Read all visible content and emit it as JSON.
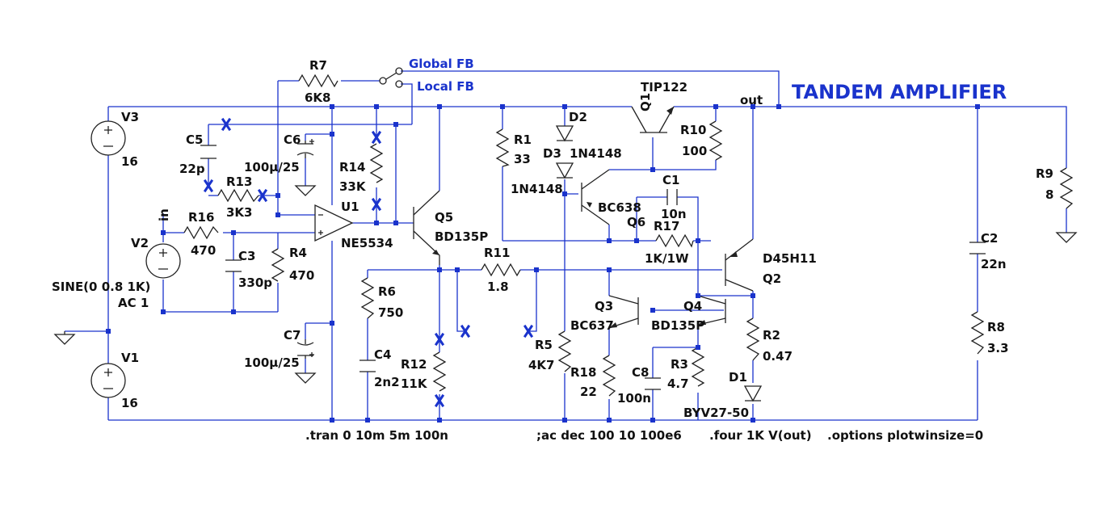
{
  "title": "TANDEM AMPLIFIER",
  "switch_labels": {
    "global": "Global FB",
    "local": "Local FB"
  },
  "net_labels": {
    "out": "out",
    "in": "in"
  },
  "sources": {
    "V3": {
      "name": "V3",
      "value": "16"
    },
    "V1": {
      "name": "V1",
      "value": "16"
    },
    "V2": {
      "name": "V2",
      "value": "SINE(0 0.8 1K)",
      "ac": "AC 1"
    }
  },
  "components": {
    "R7": {
      "name": "R7",
      "value": "6K8"
    },
    "C5": {
      "name": "C5",
      "value": "22p"
    },
    "R13": {
      "name": "R13",
      "value": "3K3"
    },
    "C6": {
      "name": "C6",
      "value": "100µ/25"
    },
    "R14": {
      "name": "R14",
      "value": "33K"
    },
    "U1": {
      "name": "U1",
      "value": "NE5534"
    },
    "R16": {
      "name": "R16",
      "value": "470"
    },
    "C3": {
      "name": "C3",
      "value": "330p"
    },
    "R4": {
      "name": "R4",
      "value": "470"
    },
    "C7": {
      "name": "C7",
      "value": "100µ/25"
    },
    "Q5": {
      "name": "Q5",
      "value": "BD135P"
    },
    "R6": {
      "name": "R6",
      "value": "750"
    },
    "C4": {
      "name": "C4",
      "value": "2n2"
    },
    "R12": {
      "name": "R12",
      "value": "11K"
    },
    "R11": {
      "name": "R11",
      "value": "1.8"
    },
    "R1": {
      "name": "R1",
      "value": "33"
    },
    "D2": {
      "name": "D2",
      "value": "1N4148"
    },
    "D3": {
      "name": "D3",
      "value": "1N4148"
    },
    "Q1": {
      "name": "Q1",
      "value": "TIP122"
    },
    "R10": {
      "name": "R10",
      "value": "100"
    },
    "C1": {
      "name": "C1",
      "value": "10n"
    },
    "Q6": {
      "name": "Q6",
      "value": "BC638"
    },
    "R17": {
      "name": "R17",
      "value": "1K/1W"
    },
    "Q2": {
      "name": "Q2",
      "value": "D45H11"
    },
    "Q3": {
      "name": "Q3",
      "value": "BC637"
    },
    "Q4": {
      "name": "Q4",
      "value": "BD135P"
    },
    "R5": {
      "name": "R5",
      "value": "4K7"
    },
    "R18": {
      "name": "R18",
      "value": "22"
    },
    "C8": {
      "name": "C8",
      "value": "100n"
    },
    "R3": {
      "name": "R3",
      "value": "4.7"
    },
    "R2": {
      "name": "R2",
      "value": "0.47"
    },
    "D1": {
      "name": "D1",
      "value": "BYV27-50"
    },
    "R9": {
      "name": "R9",
      "value": "8"
    },
    "C2": {
      "name": "C2",
      "value": "22n"
    },
    "R8": {
      "name": "R8",
      "value": "3.3"
    }
  },
  "directives": {
    "tran": ".tran 0 10m 5m 100n",
    "ac": ";ac dec 100 10 100e6",
    "four": ".four 1K V(out)",
    "options": ".options plotwinsize=0"
  }
}
